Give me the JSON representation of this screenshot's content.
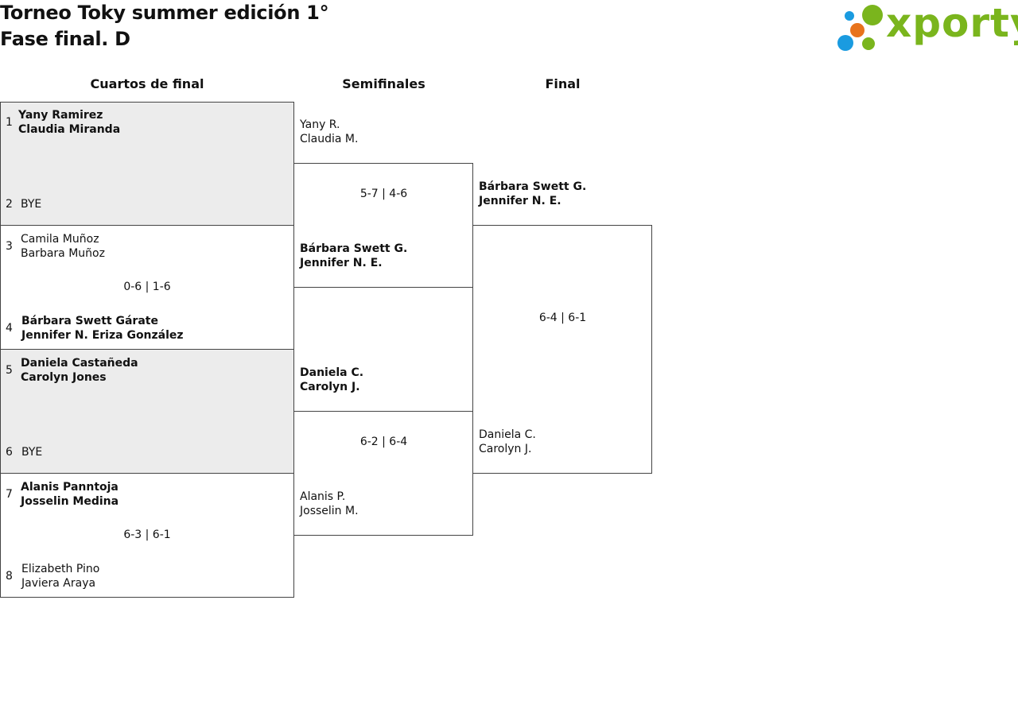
{
  "header": {
    "title_line1": "Torneo Toky summer edición 1°",
    "title_line2": "Fase final. D",
    "logo_text": "xporty",
    "logo_colors": {
      "green": "#7ab51d",
      "blue": "#1a9be0",
      "orange": "#e8731c"
    }
  },
  "rounds": {
    "quarterfinals": "Cuartos de final",
    "semifinals": "Semifinales",
    "final": "Final"
  },
  "qf": [
    {
      "seed_a": "1",
      "a1": "Yany Ramirez",
      "a2": "Claudia Miranda",
      "seed_b": "2",
      "b1": "BYE",
      "b2": "",
      "score": ""
    },
    {
      "seed_a": "3",
      "a1": "Camila Muñoz",
      "a2": "Barbara Muñoz",
      "seed_b": "4",
      "b1": "Bárbara Swett Gárate",
      "b2": "Jennifer N. Eriza González",
      "score": "0-6 | 1-6"
    },
    {
      "seed_a": "5",
      "a1": "Daniela Castañeda",
      "a2": "Carolyn Jones",
      "seed_b": "6",
      "b1": "BYE",
      "b2": "",
      "score": ""
    },
    {
      "seed_a": "7",
      "a1": "Alanis Panntoja",
      "a2": "Josselin Medina",
      "seed_b": "8",
      "b1": "Elizabeth Pino",
      "b2": "Javiera Araya",
      "score": "6-3 | 6-1"
    }
  ],
  "sf": [
    {
      "a1": "Yany R.",
      "a2": "Claudia M.",
      "b1": "Bárbara Swett G.",
      "b2": "Jennifer N. E.",
      "score": "5-7 | 4-6"
    },
    {
      "a1": "Daniela C.",
      "a2": "Carolyn J.",
      "b1": "Alanis P.",
      "b2": "Josselin M.",
      "score": "6-2 | 6-4"
    }
  ],
  "final": {
    "a1": "Bárbara Swett G.",
    "a2": "Jennifer N. E.",
    "b1": "Daniela C.",
    "b2": "Carolyn J.",
    "score": "6-4 | 6-1"
  }
}
